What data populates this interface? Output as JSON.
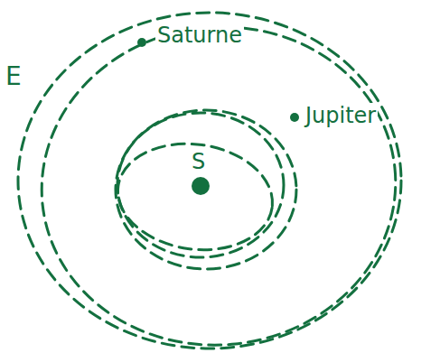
{
  "diagram": {
    "labels": [
      "Saturne",
      "E",
      "Jupiter",
      "S"
    ]
  }
}
